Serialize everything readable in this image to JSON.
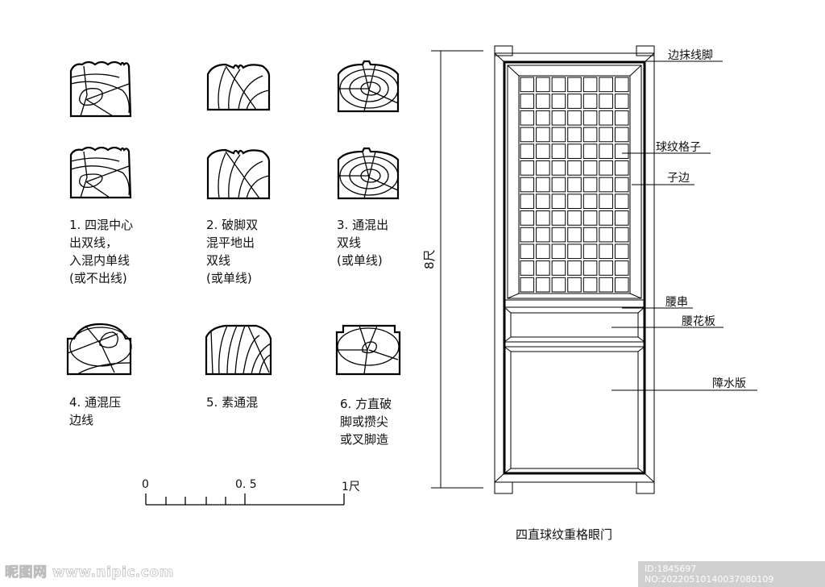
{
  "profiles": [
    {
      "id": 1,
      "caption": "1. 四混中心\n出双线，\n入混内单线\n(或不出线)"
    },
    {
      "id": 2,
      "caption": "2. 破脚双\n混平地出\n双线\n(或单线)"
    },
    {
      "id": 3,
      "caption": "3. 通混出\n双线\n(或单线)"
    },
    {
      "id": 4,
      "caption": "4. 通混压\n边线"
    },
    {
      "id": 5,
      "caption": "5. 素通混"
    },
    {
      "id": 6,
      "caption": "6. 方直破\n脚或攒尖\n或叉脚造"
    }
  ],
  "scale_bar": {
    "label_start": "0",
    "label_mid": "0. 5",
    "label_end": "1尺",
    "minor_divisions": 5
  },
  "door": {
    "title": "四直球纹重格眼门",
    "height_label": "8尺",
    "grid_columns": 7,
    "grid_rows": 13,
    "callouts": [
      {
        "key": "frame",
        "label": "边抹线脚"
      },
      {
        "key": "lattice",
        "label": "球纹格子"
      },
      {
        "key": "sub_edge",
        "label": "子边"
      },
      {
        "key": "waist_rail",
        "label": "腰串"
      },
      {
        "key": "waist_panel",
        "label": "腰花板"
      },
      {
        "key": "bottom_panel",
        "label": "障水版"
      }
    ]
  },
  "watermark": {
    "left": "昵图网 www.nipic.com",
    "right": "ID:1845697 NO:20220510140037080109"
  }
}
